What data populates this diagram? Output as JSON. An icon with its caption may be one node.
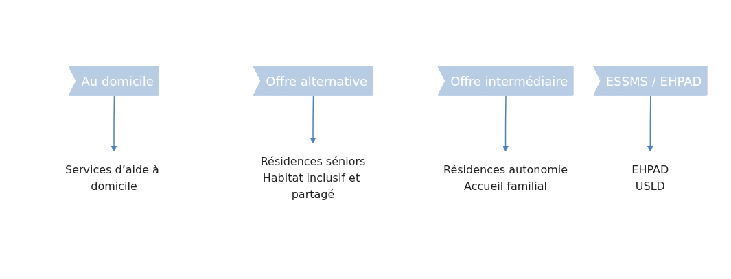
{
  "diagram": {
    "nodes": [
      {
        "text": [
          "Au domicile"
        ]
      },
      {
        "text": [
          "Offre alternative"
        ]
      },
      {
        "text": [
          "Offre intermédiaire"
        ]
      },
      {
        "text": [
          "ESSMS / EHPAD"
        ]
      },
      {
        "text": [
          "Services d’aide à domicile"
        ]
      },
      {
        "text": [
          "Résidences séniors",
          "Habitat inclusif et partagé"
        ]
      },
      {
        "text": [
          "Résidences autonomie",
          "Accueil familial"
        ]
      },
      {
        "text": [
          "EHPAD",
          "USLD"
        ]
      }
    ],
    "edges": [
      {
        "from": 0,
        "to": 4,
        "arrow": "to"
      },
      {
        "from": 1,
        "to": 5,
        "arrow": "to"
      },
      {
        "from": 2,
        "to": 6,
        "arrow": "to"
      },
      {
        "from": 3,
        "to": 7,
        "arrow": "to"
      }
    ]
  }
}
